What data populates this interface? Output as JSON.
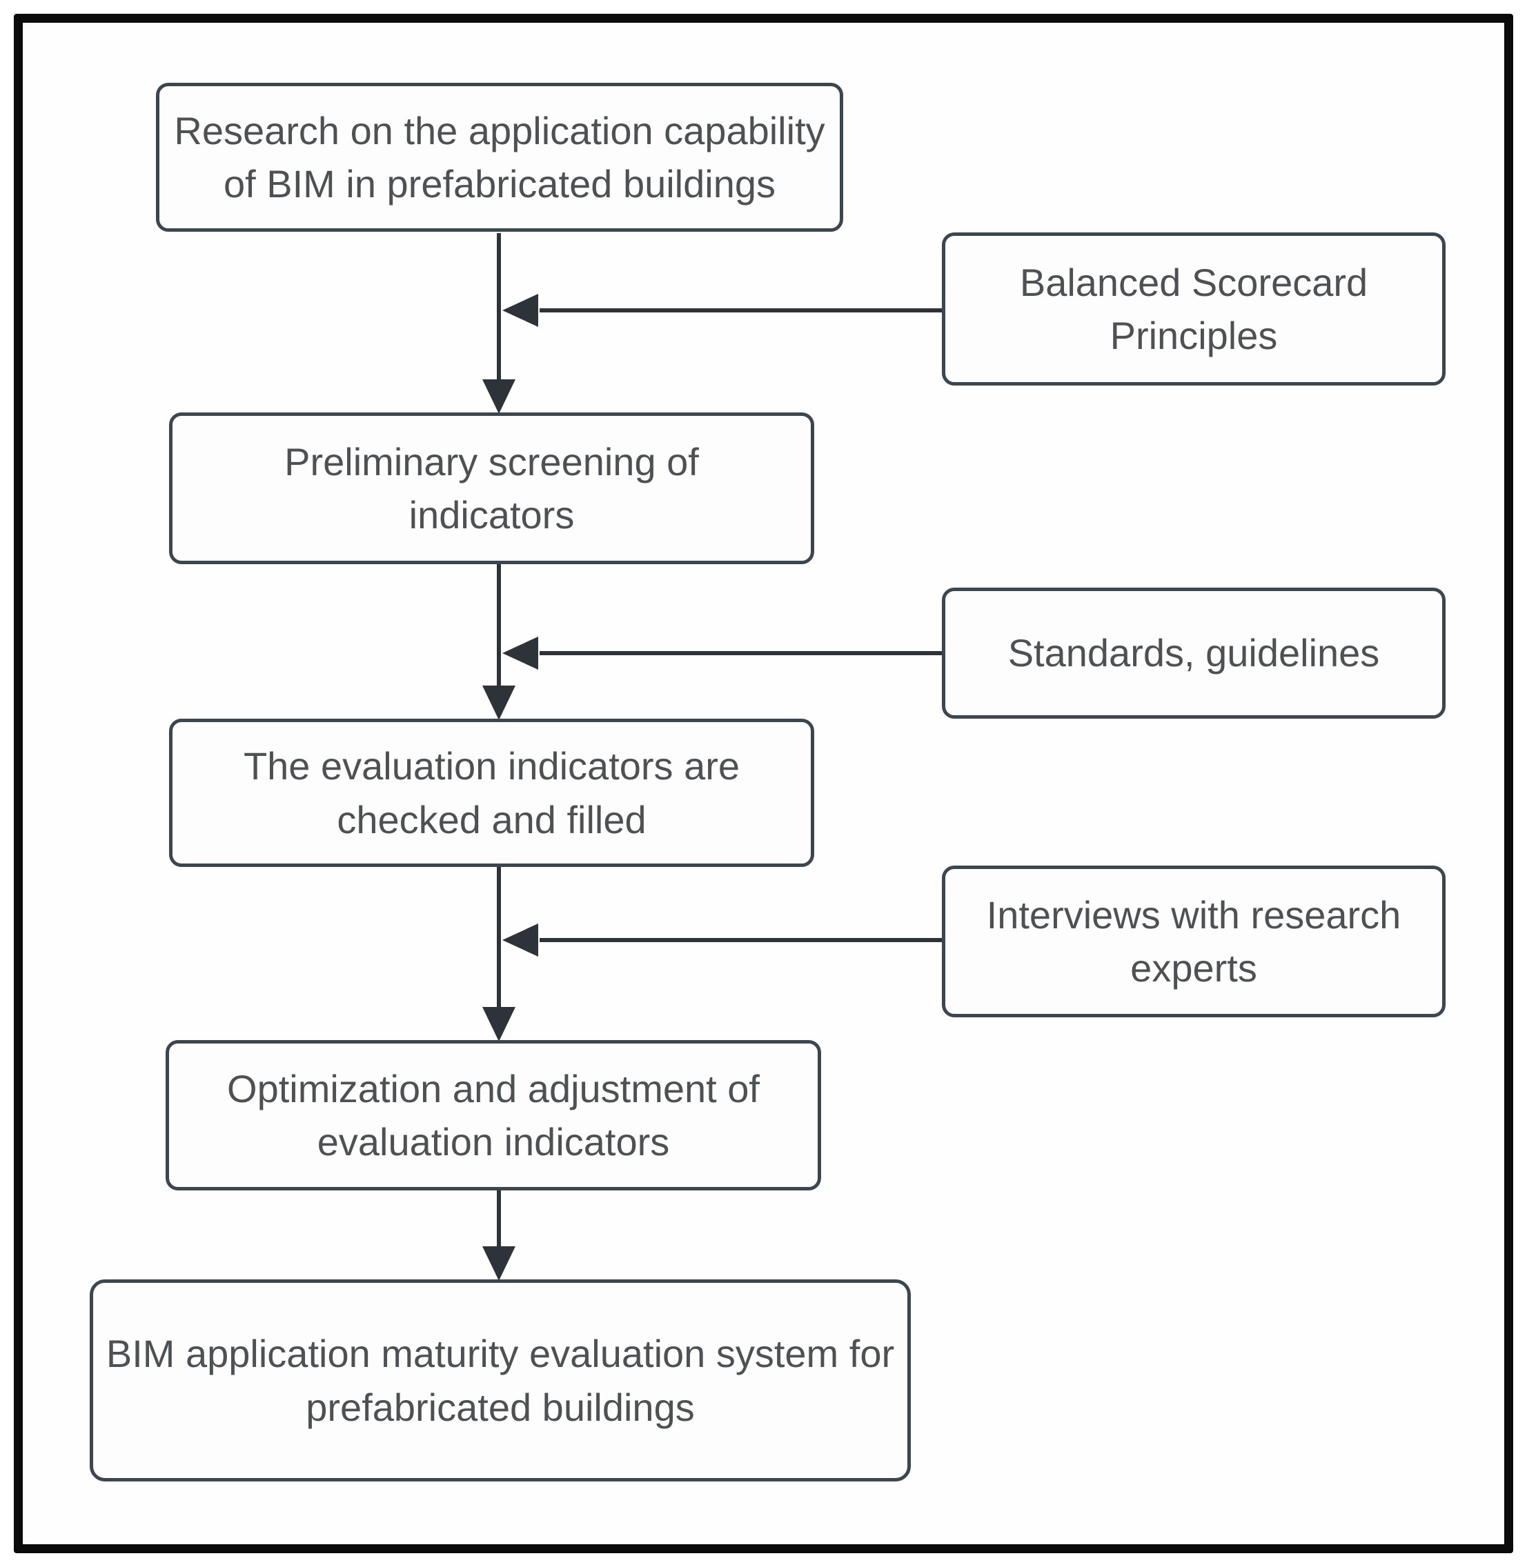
{
  "figure": {
    "type": "flowchart",
    "nodes": {
      "research": {
        "label": "Research on the application capability of BIM in prefabricated buildings"
      },
      "balanced_scorecard": {
        "label": "Balanced Scorecard Principles"
      },
      "screening": {
        "label": "Preliminary screening of indicators"
      },
      "standards": {
        "label": "Standards, guidelines"
      },
      "checked": {
        "label": "The evaluation indicators are checked and filled"
      },
      "interviews": {
        "label": "Interviews with research experts"
      },
      "optimization": {
        "label": "Optimization and adjustment of evaluation indicators"
      },
      "maturity_system": {
        "label": "BIM application maturity evaluation system for prefabricated buildings"
      }
    },
    "edges": [
      {
        "from": "research",
        "to": "screening",
        "style": "arrow-down"
      },
      {
        "from": "screening",
        "to": "checked",
        "style": "arrow-down"
      },
      {
        "from": "checked",
        "to": "optimization",
        "style": "arrow-down"
      },
      {
        "from": "optimization",
        "to": "maturity_system",
        "style": "arrow-down"
      },
      {
        "from": "balanced_scorecard",
        "to": "research-screening-connector",
        "style": "arrow-left"
      },
      {
        "from": "standards",
        "to": "screening-checked-connector",
        "style": "arrow-left"
      },
      {
        "from": "interviews",
        "to": "checked-optimization-connector",
        "style": "arrow-left"
      }
    ],
    "colors": {
      "background": "#ffffff",
      "frame": "#0b0b0b",
      "box_border": "#3b4650",
      "box_fill": "#fdfdfd",
      "text": "#4e5154",
      "connector": "#2d3338"
    }
  }
}
